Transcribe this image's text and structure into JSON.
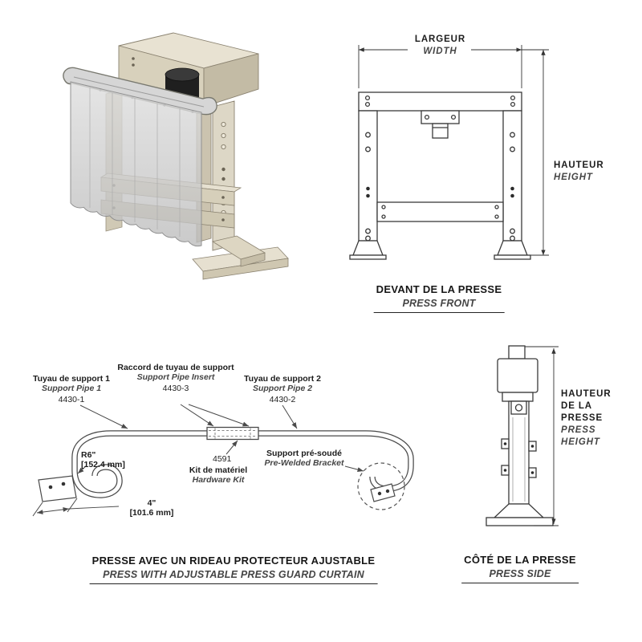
{
  "front_view": {
    "width_label_fr": "LARGEUR",
    "width_label_en": "WIDTH",
    "height_label_fr": "HAUTEUR",
    "height_label_en": "HEIGHT",
    "caption_fr": "DEVANT DE LA PRESSE",
    "caption_en": "PRESS FRONT"
  },
  "side_view": {
    "height_label_fr": "HAUTEUR DE LA PRESSE",
    "height_label_en": "PRESS HEIGHT",
    "caption_fr": "CÔTÉ DE LA PRESSE",
    "caption_en": "PRESS SIDE"
  },
  "assembly": {
    "pipe1_fr": "Tuyau de support 1",
    "pipe1_en": "Support Pipe 1",
    "pipe1_num": "4430-1",
    "insert_fr": "Raccord de tuyau de support",
    "insert_en": "Support Pipe Insert",
    "insert_num": "4430-3",
    "pipe2_fr": "Tuyau de support 2",
    "pipe2_en": "Support Pipe 2",
    "pipe2_num": "4430-2",
    "hardware_num": "4591",
    "hardware_fr": "Kit de matériel",
    "hardware_en": "Hardware Kit",
    "bracket_fr": "Support pré-soudé",
    "bracket_en": "Pre-Welded Bracket",
    "radius_in": "R6\"",
    "radius_mm": "[152.4 mm]",
    "spacing_in": "4\"",
    "spacing_mm": "[101.6 mm]",
    "caption_fr": "PRESSE AVEC UN RIDEAU PROTECTEUR AJUSTABLE",
    "caption_en": "PRESS WITH ADJUSTABLE PRESS GUARD CURTAIN"
  }
}
